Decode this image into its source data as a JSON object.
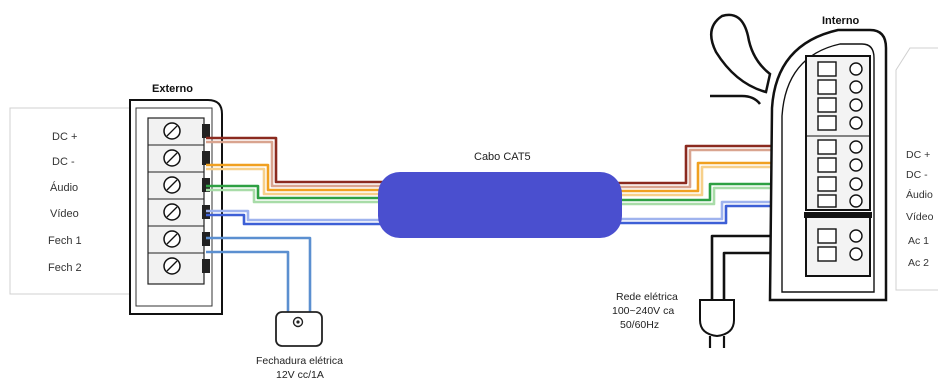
{
  "external_unit": {
    "title": "Externo",
    "terminals": [
      "DC +",
      "DC -",
      "Áudio",
      "Vídeo",
      "Fech 1",
      "Fech 2"
    ]
  },
  "internal_unit": {
    "title": "Interno",
    "terminals": [
      "DC +",
      "DC -",
      "Áudio",
      "Vídeo",
      "Ac 1",
      "Ac 2"
    ]
  },
  "cable": {
    "label": "Cabo CAT5",
    "color": "#4a4fcf"
  },
  "lock": {
    "line1": "Fechadura elétrica",
    "line2": "12V cc/1A"
  },
  "mains": {
    "line1": "Rede elétrica",
    "line2": "100~240V ca",
    "line3": "50/60Hz"
  },
  "wire_colors": {
    "brown": "#8b2a1f",
    "brown_light": "#d9a48f",
    "orange": "#f0a020",
    "orange_light": "#f7d08a",
    "green": "#2ea043",
    "green_light": "#a8dca8",
    "blue": "#3d5fd6",
    "blue_light": "#9fb3ee",
    "lock_blue": "#5b8fd0",
    "power": "#111111"
  }
}
